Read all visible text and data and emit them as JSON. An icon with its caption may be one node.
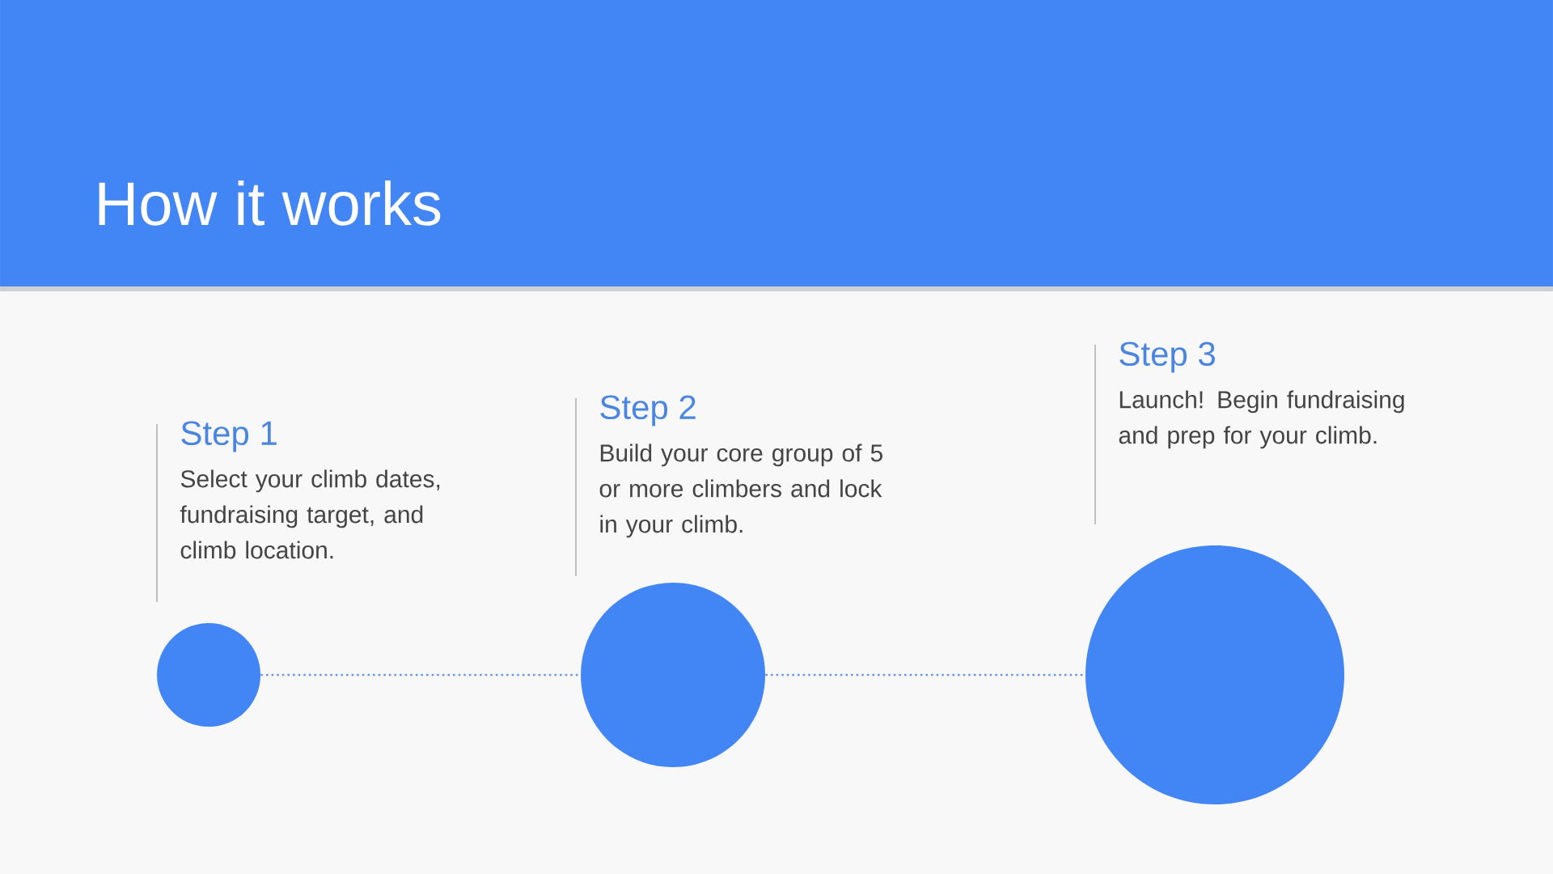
{
  "diagram": {
    "title": "How it works",
    "nodes": [
      {
        "text": [],
        "shape": "circle",
        "beside": [
          "Step 1",
          "Select your climb dates, fundraising target, and climb location."
        ]
      },
      {
        "text": [],
        "shape": "circle",
        "beside": [
          "Step 2",
          "Build your core group of 5 or more climbers and lock in your climb."
        ]
      },
      {
        "text": [],
        "shape": "circle",
        "beside": [
          "Step 3",
          "Launch! Begin fundraising and prep for your climb."
        ]
      }
    ],
    "edges": [
      {
        "from": 0,
        "to": 1,
        "arrow": "none"
      },
      {
        "from": 1,
        "to": 2,
        "arrow": "none"
      }
    ]
  }
}
